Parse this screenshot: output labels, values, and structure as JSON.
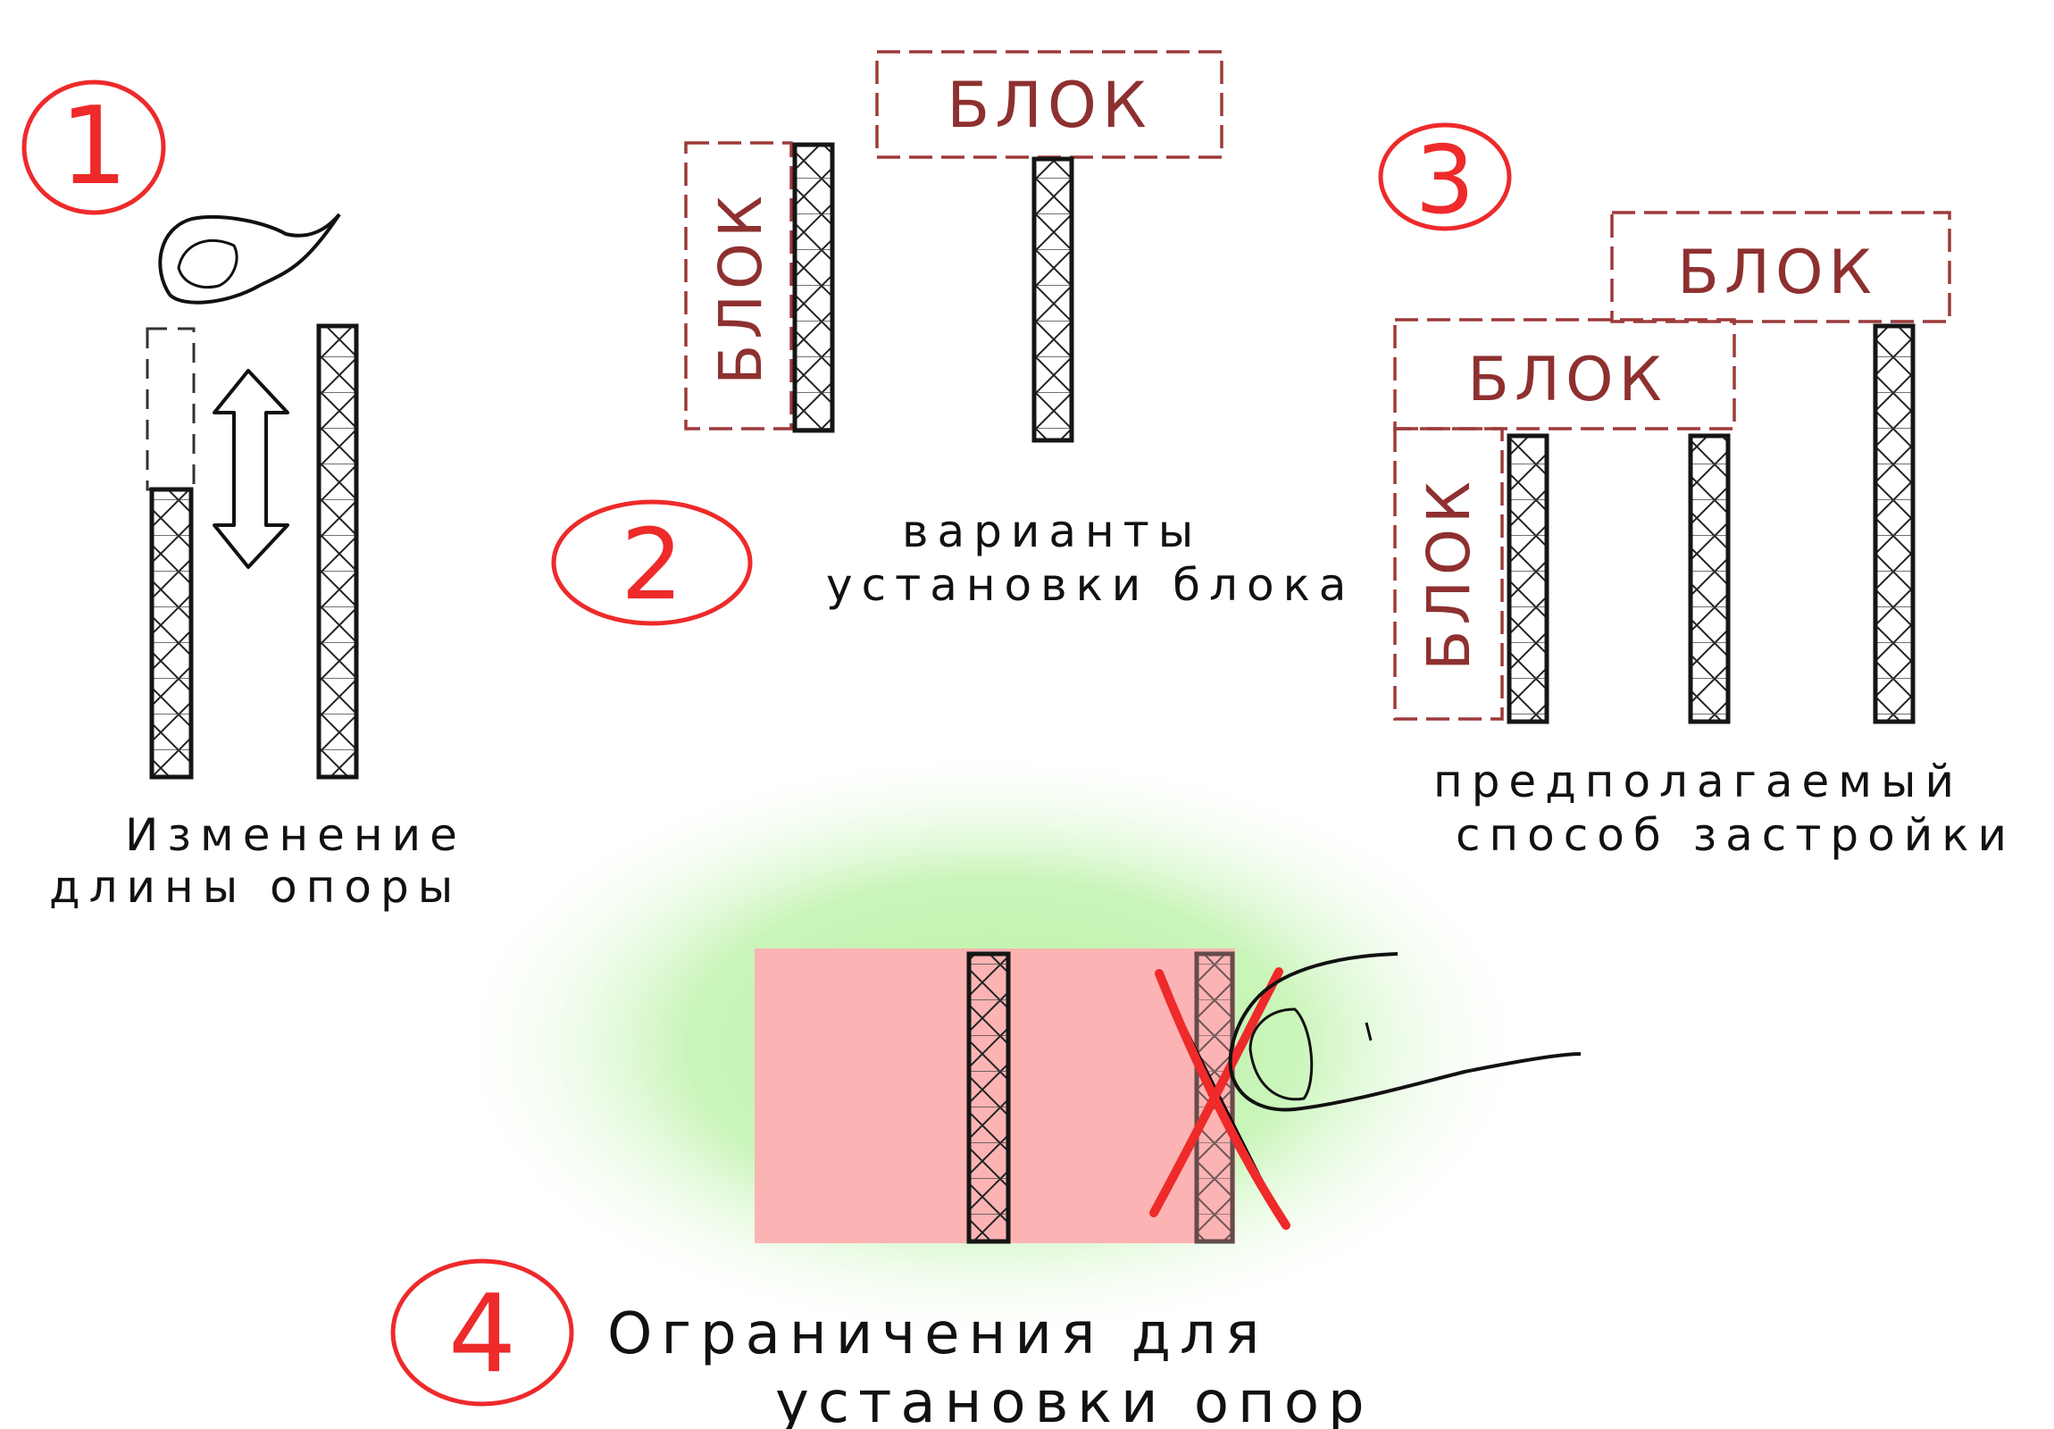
{
  "colors": {
    "marker_red": "#ee2a2a",
    "block_outline": "#9e3a3a",
    "block_text": "#8e3030",
    "forbidden_zone": "#fcb3b3",
    "allowed_glow": "#b9f2a4",
    "ink": "#151515"
  },
  "icons": [
    "finger-icon",
    "double-arrow-icon",
    "cross-mark-icon",
    "truss-post-icon"
  ],
  "step1": {
    "number": "1",
    "caption_line1": "Изменение",
    "caption_line2": "длины опоры"
  },
  "step2": {
    "number": "2",
    "block_label_vertical": "БЛОК",
    "block_label_top": "БЛОК",
    "caption_line1": "варианты",
    "caption_line2": "установки блока"
  },
  "step3": {
    "number": "3",
    "block_label_top": "БЛОК",
    "block_label_middle": "БЛОК",
    "block_label_vertical": "БЛОК",
    "caption_line1": "предполагаемый",
    "caption_line2": "способ застройки"
  },
  "step4": {
    "number": "4",
    "caption_line1": "Ограничения для",
    "caption_line2": "установки опор"
  }
}
